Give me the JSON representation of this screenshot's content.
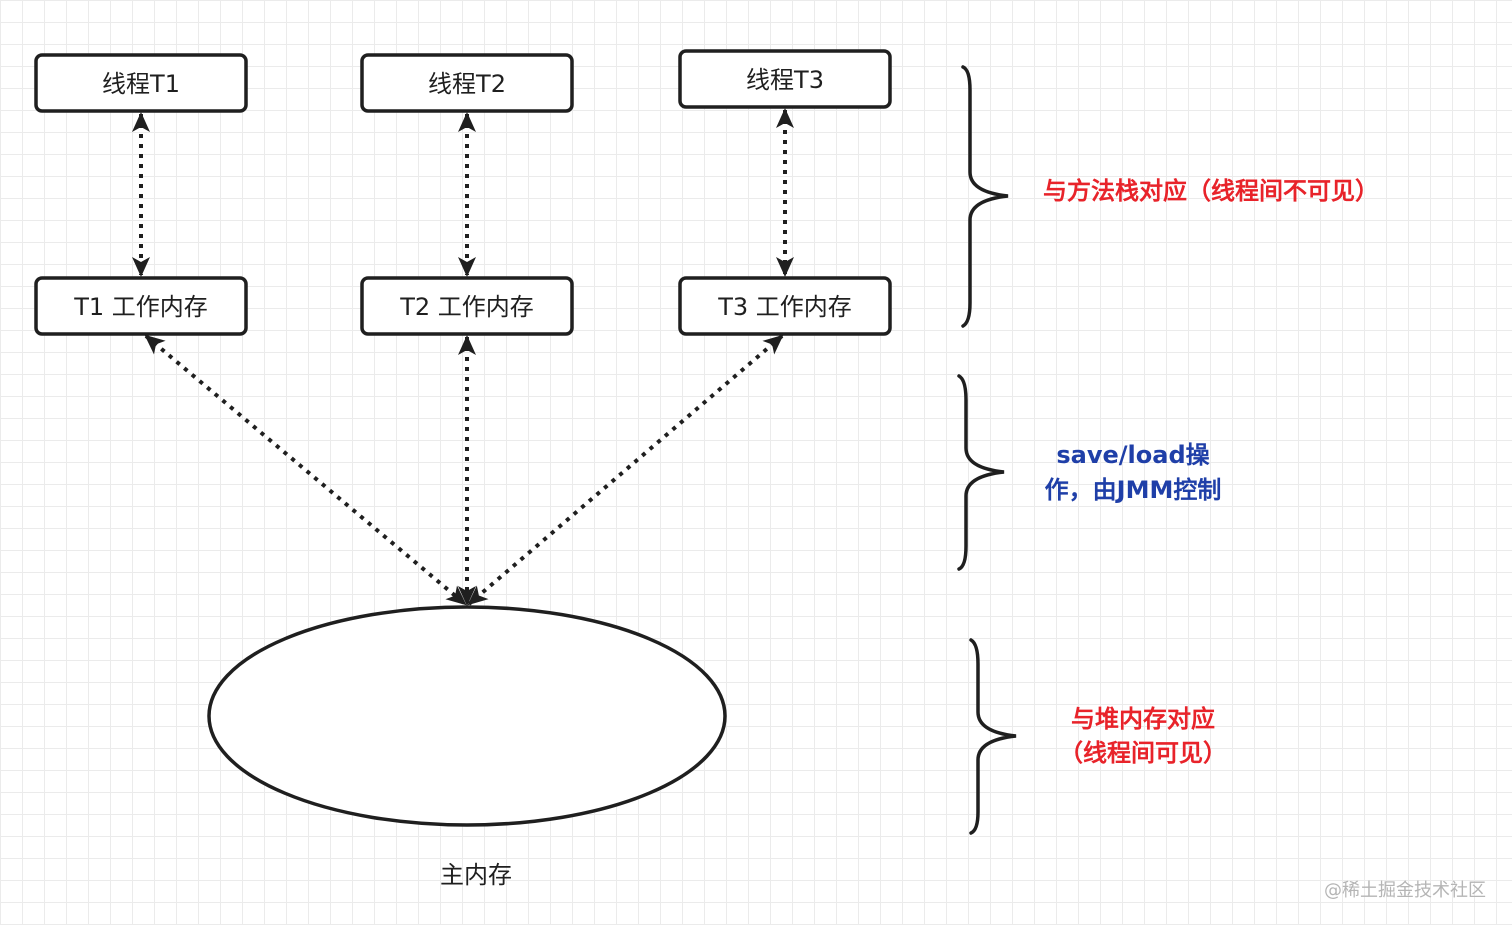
{
  "threads": [
    {
      "label": "线程T1"
    },
    {
      "label": "线程T2"
    },
    {
      "label": "线程T3"
    }
  ],
  "working_memory": [
    {
      "label": "T1 工作内存"
    },
    {
      "label": "T2 工作内存"
    },
    {
      "label": "T3 工作内存"
    }
  ],
  "main_memory": {
    "label": "主内存"
  },
  "annotations": {
    "method_stack": "与方法栈对应（线程间不可见）",
    "save_load_line1": "save/load操",
    "save_load_line2": "作，由JMM控制",
    "heap_line1": "与堆内存对应",
    "heap_line2": "（线程间可见）"
  },
  "watermark": "@稀土掘金技术社区",
  "colors": {
    "red_annotation": "#e8232a",
    "blue_annotation": "#1f3fa8",
    "stroke": "#1f1f1f",
    "grid": "#ebebeb"
  }
}
